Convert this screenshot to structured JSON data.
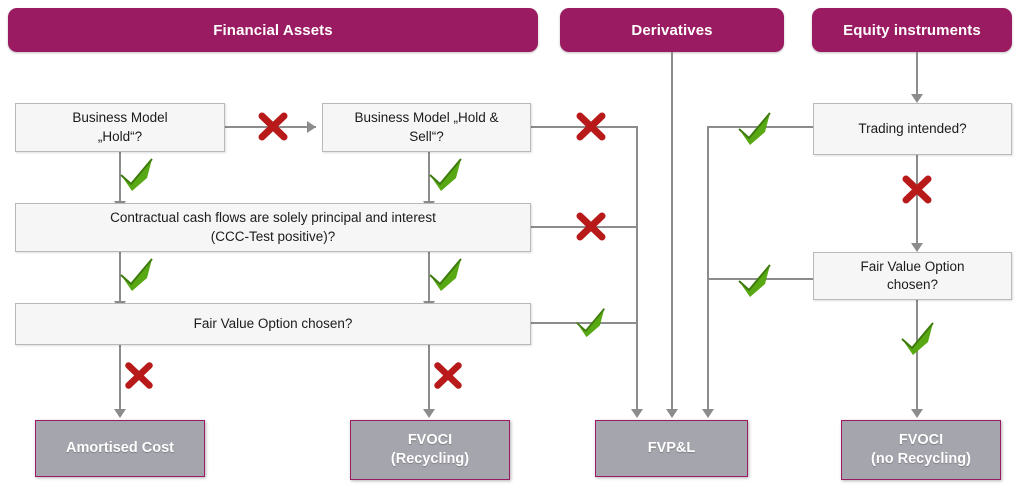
{
  "headers": [
    {
      "id": "financial-assets",
      "label": "Financial Assets"
    },
    {
      "id": "derivatives",
      "label": "Derivatives"
    },
    {
      "id": "equity-instruments",
      "label": "Equity instruments"
    }
  ],
  "decisions": [
    {
      "id": "business-model-hold",
      "label": "Business Model „Hold“?"
    },
    {
      "id": "business-model-hold-sell",
      "label": "Business Model „Hold & Sell“?"
    },
    {
      "id": "ccc-test",
      "label": "Contractual cash flows are solely principal and interest (CCC-Test positive)?"
    },
    {
      "id": "fair-value-option-left",
      "label": "Fair Value Option chosen?"
    },
    {
      "id": "trading-intended",
      "label": "Trading intended?"
    },
    {
      "id": "fair-value-option-right",
      "label": "Fair Value Option chosen?"
    }
  ],
  "outcomes": [
    {
      "id": "amortised-cost",
      "label": "Amortised Cost"
    },
    {
      "id": "fvoci-recycling",
      "label": "FVOCI (Recycling)"
    },
    {
      "id": "fvpl",
      "label": "FVP&L"
    },
    {
      "id": "fvoci-no-recycling",
      "label": "FVOCI (no Recycling)"
    }
  ],
  "markers": [
    {
      "id": "no-hold",
      "type": "cross"
    },
    {
      "id": "yes-hold",
      "type": "check"
    },
    {
      "id": "no-hold-sell",
      "type": "cross"
    },
    {
      "id": "yes-hold-sell",
      "type": "check"
    },
    {
      "id": "no-ccc-test",
      "type": "cross"
    },
    {
      "id": "yes-ccc-test-left",
      "type": "check"
    },
    {
      "id": "yes-ccc-test-right",
      "type": "check"
    },
    {
      "id": "yes-fvo-left",
      "type": "check"
    },
    {
      "id": "no-fvo-left-amortised",
      "type": "cross"
    },
    {
      "id": "no-fvo-left-fvoci",
      "type": "cross"
    },
    {
      "id": "yes-trading-intended",
      "type": "check"
    },
    {
      "id": "no-trading-intended",
      "type": "cross"
    },
    {
      "id": "yes-fvo-right-fvpl",
      "type": "check"
    },
    {
      "id": "no-fvo-right-fvoci",
      "type": "check"
    }
  ],
  "colors": {
    "header_magenta": "#9B1B62",
    "outcome_gray": "#A5A5AD",
    "outcome_border": "#9B1B62",
    "decision_fill": "#F6F6F6",
    "decision_border": "#B9B9B9",
    "connector_gray": "#8C8C8C",
    "check_green": "#57A813",
    "cross_red": "#B81A1A"
  },
  "outcome_labels": {
    "amortised_cost_line1": "Amortised Cost",
    "fvoci_recycling_line1": "FVOCI",
    "fvoci_recycling_line2": "(Recycling)",
    "fvpl_line1": "FVP&L",
    "fvoci_no_recycling_line1": "FVOCI",
    "fvoci_no_recycling_line2": "(no Recycling)"
  },
  "decision_lines": {
    "bm_hold_l1": "Business Model",
    "bm_hold_l2": "„Hold“?",
    "bm_hold_sell_l1": "Business Model „Hold &",
    "bm_hold_sell_l2": "Sell“?",
    "ccc_l1": "Contractual cash flows are solely principal and interest",
    "ccc_l2": "(CCC-Test positive)?",
    "fvo_left_l1": "Fair Value Option chosen?",
    "trading_l1": "Trading intended?",
    "fvo_right_l1": "Fair Value Option",
    "fvo_right_l2": "chosen?"
  }
}
